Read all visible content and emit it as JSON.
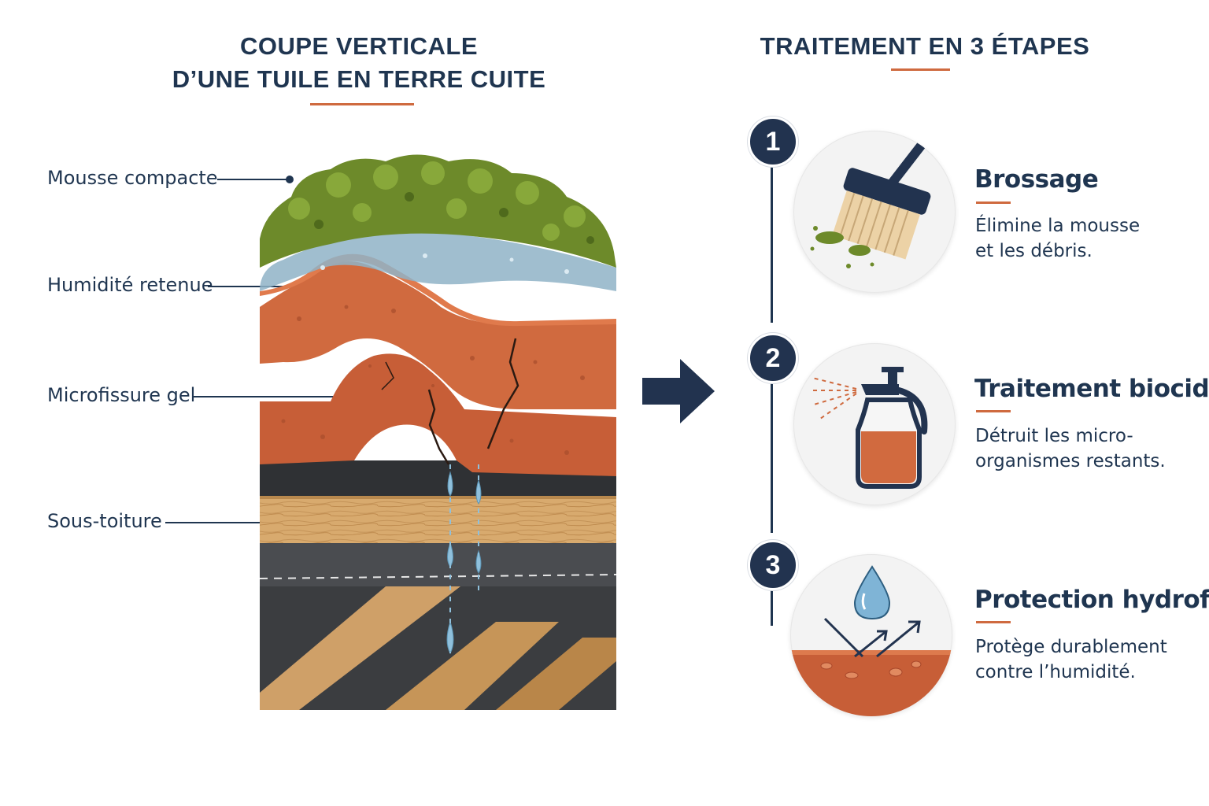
{
  "left_title": {
    "line1": "COUPE VERTICALE",
    "line2": "D’UNE TUILE EN TERRE CUITE"
  },
  "right_title": "TRAITEMENT EN 3 ÉTAPES",
  "section_labels": [
    {
      "text": "Mousse compacte",
      "icon": "moss-layer"
    },
    {
      "text": "Humidité retenue",
      "icon": "water-film"
    },
    {
      "text": "Microfissure gel",
      "icon": "crack"
    },
    {
      "text": "Sous-toiture",
      "icon": "wood-batten"
    }
  ],
  "steps": [
    {
      "number": "1",
      "title": "Brossage",
      "desc1": "Élimine la mousse",
      "desc2": "et les débris.",
      "icon": "brush-icon"
    },
    {
      "number": "2",
      "title": "Traitement biocide",
      "desc1": "Détruit les micro-",
      "desc2": "organismes restants.",
      "icon": "spray-bottle-icon"
    },
    {
      "number": "3",
      "title": "Protection hydrofuge",
      "desc1": "Protège durablement",
      "desc2": "contre l’humidité.",
      "icon": "water-drop-icon"
    }
  ],
  "colors": {
    "navy": "#1f3550",
    "accent": "#cf6a3f",
    "terracotta": "#c9603a",
    "moss": "#6d8a2a",
    "water": "#8fb3c7"
  }
}
